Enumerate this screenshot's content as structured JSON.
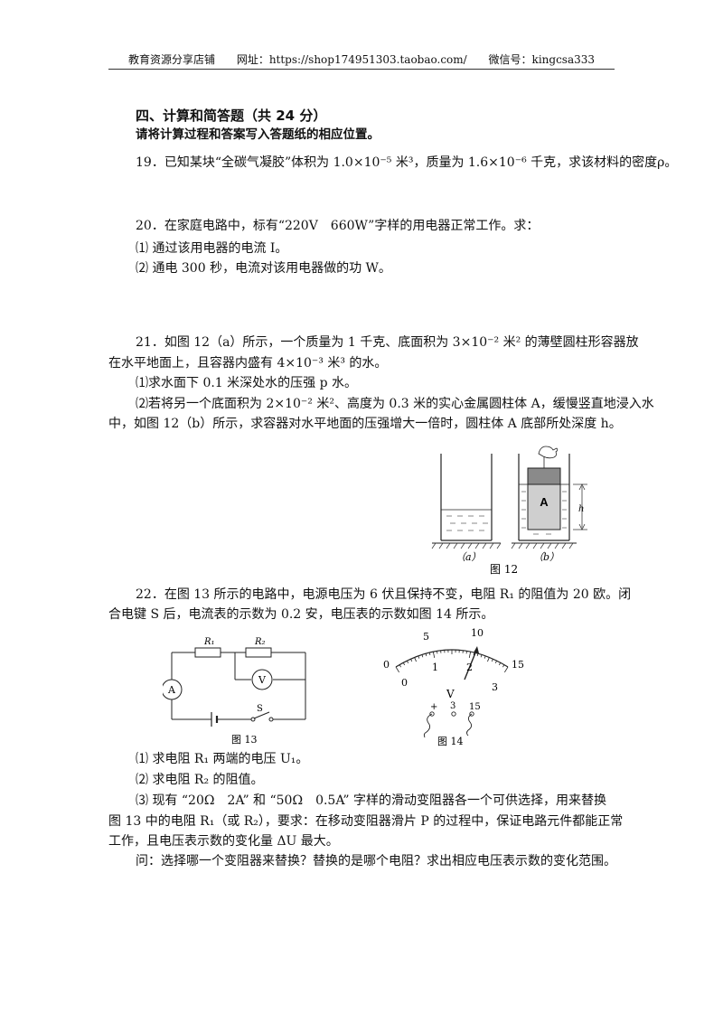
{
  "header": {
    "shop": "教育资源分享店铺",
    "url": "网址：https://shop174951303.taobao.com/",
    "wechat": "微信号：kingcsa333"
  },
  "section": {
    "title": "四、计算和简答题（共 24 分）",
    "instruction": "请将计算过程和答案写入答题纸的相应位置。"
  },
  "q19": {
    "text": "19．已知某块“全碳气凝胶”体积为 1.0×10⁻⁵ 米³，质量为 1.6×10⁻⁶ 千克，求该材料的密度ρ。"
  },
  "q20": {
    "stem": "20．在家庭电路中，标有“220V　660W”字样的用电器正常工作。求：",
    "p1": "⑴  通过该用电器的电流 I。",
    "p2": "⑵  通电 300 秒，电流对该用电器做的功 W。"
  },
  "q21": {
    "line1": "21．如图 12（a）所示，一个质量为 1 千克、底面积为 3×10⁻² 米² 的薄壁圆柱形容器放",
    "line2": "在水平地面上，且容器内盛有 4×10⁻³ 米³ 的水。",
    "p1": "⑴求水面下 0.1 米深处水的压强 p 水。",
    "p2a": "⑵若将另一个底面积为 2×10⁻² 米²、高度为 0.3 米的实心金属圆柱体 A，缓慢竖直地浸入水",
    "p2b": "中，如图 12（b）所示，求容器对水平地面的压强增大一倍时，圆柱体 A 底部所处深度 h。",
    "fig": {
      "label_a": "（a）",
      "label_b": "（b）",
      "caption": "图 12",
      "block": "A",
      "depth": "h"
    }
  },
  "q22": {
    "line1": "22．在图 13 所示的电路中，电源电压为 6 伏且保持不变，电阻 R₁ 的阻值为 20 欧。闭",
    "line2": "合电键 S 后，电流表的示数为 0.2 安，电压表的示数如图 14 所示。",
    "fig13": {
      "r1": "R₁",
      "r2": "R₂",
      "ammeter": "A",
      "voltmeter": "V",
      "switch": "S",
      "caption": "图 13"
    },
    "fig14": {
      "outer_ticks": [
        "0",
        "5",
        "10",
        "15"
      ],
      "inner_ticks": [
        "0",
        "1",
        "2",
        "3"
      ],
      "meter": "V",
      "terminals": [
        "+",
        "3",
        "15"
      ],
      "caption": "图 14",
      "reading_fraction": 0.64
    },
    "p1": "⑴  求电阻 R₁ 两端的电压 U₁。",
    "p2": "⑵  求电阻 R₂ 的阻值。",
    "p3a": "⑶  现有  “20Ω　2A”  和  “50Ω　0.5A”  字样的滑动变阻器各一个可供选择，用来替换",
    "p3b": "图 13 中的电阻 R₁（或 R₂），要求：在移动变阻器滑片 P 的过程中，保证电路元件都能正常",
    "p3c": "工作，且电压表示数的变化量 ΔU 最大。",
    "p3d": "问：选择哪一个变阻器来替换？替换的是哪个电阻？求出相应电压表示数的变化范围。"
  }
}
